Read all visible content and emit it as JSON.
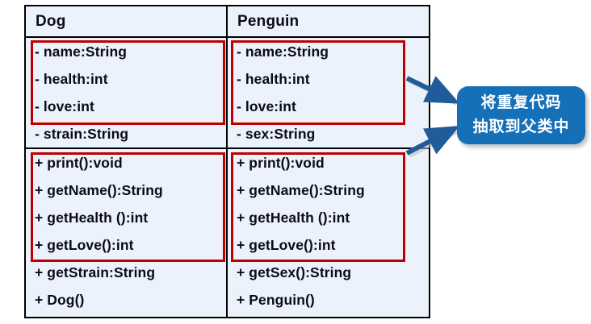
{
  "diagram": {
    "title_hidden": "",
    "classes": [
      {
        "name": "Dog",
        "attributes": [
          "- name:String",
          "- health:int",
          "- love:int",
          "- strain:String"
        ],
        "methods": [
          "+ print():void",
          "+ getName():String",
          "+ getHealth ():int",
          "+ getLove():int",
          "+ getStrain:String",
          "+ Dog()"
        ]
      },
      {
        "name": "Penguin",
        "attributes": [
          "- name:String",
          "- health:int",
          "- love:int",
          "- sex:String"
        ],
        "methods": [
          "+ print():void",
          "+ getName():String",
          "+ getHealth ():int",
          "+ getLove():int",
          "+ getSex():String",
          "+ Penguin()"
        ]
      }
    ],
    "highlights": {
      "label": "duplicated-members",
      "color": "#c00000",
      "count": 4
    },
    "callout": {
      "line1": "将重复代码",
      "line2": "抽取到父类中",
      "background_color": "#1570b8",
      "text_color": "#ffffff"
    },
    "arrows": {
      "color": "#1f5c99",
      "count": 2,
      "from": [
        "penguin-attributes-highlight",
        "penguin-methods-highlight"
      ],
      "to": "callout-bubble"
    },
    "colors": {
      "cell_background": "#ecf2fb",
      "border": "#000000",
      "text": "#0b0b16",
      "page_background": "#ffffff"
    }
  }
}
